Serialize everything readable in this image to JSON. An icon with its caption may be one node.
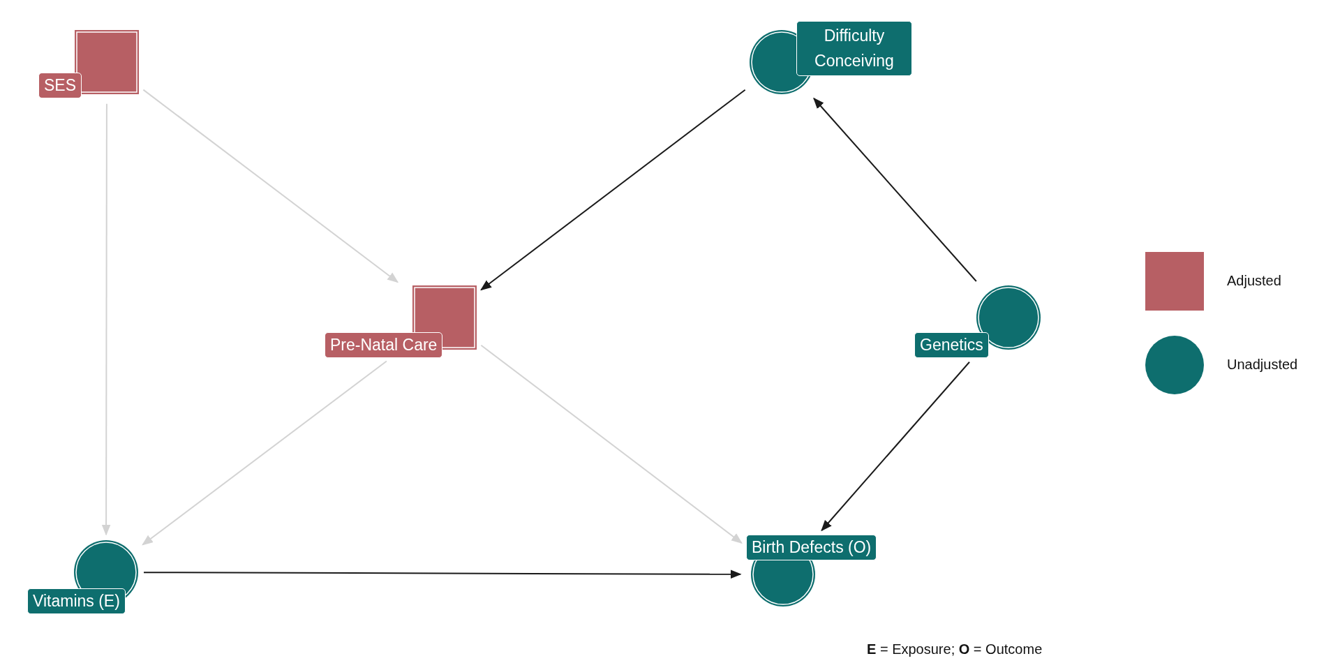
{
  "diagram": {
    "caption": "**E** = Exposure; **O** = Outcome",
    "nodes": [
      {
        "text": [
          "SES"
        ]
      },
      {
        "text": [
          "Difficulty Conceiving"
        ]
      },
      {
        "text": [
          "Pre-Natal Care"
        ]
      },
      {
        "text": [
          "Genetics"
        ]
      },
      {
        "text": [
          "Vitamins (E)"
        ]
      },
      {
        "text": [
          "Birth Defects (O)"
        ]
      }
    ],
    "edges": [
      {
        "from": 0,
        "to": 4,
        "arrow": "to",
        "color": "#d3d3d3"
      },
      {
        "from": 0,
        "to": 2,
        "arrow": "to",
        "color": "#d3d3d3"
      },
      {
        "from": 1,
        "to": 2,
        "arrow": "to",
        "color": "#1a1a1a"
      },
      {
        "from": 3,
        "to": 1,
        "arrow": "to",
        "color": "#1a1a1a"
      },
      {
        "from": 2,
        "to": 4,
        "arrow": "to",
        "color": "#d3d3d3"
      },
      {
        "from": 2,
        "to": 5,
        "arrow": "to",
        "color": "#d3d3d3"
      },
      {
        "from": 3,
        "to": 5,
        "arrow": "to",
        "color": "#1a1a1a"
      },
      {
        "from": 4,
        "to": 5,
        "arrow": "to",
        "color": "#1a1a1a"
      }
    ],
    "legend": [
      {
        "text": "Adjusted",
        "color": "#b75f64"
      },
      {
        "text": "Unadjusted",
        "color": "#0e6e6e"
      }
    ]
  }
}
